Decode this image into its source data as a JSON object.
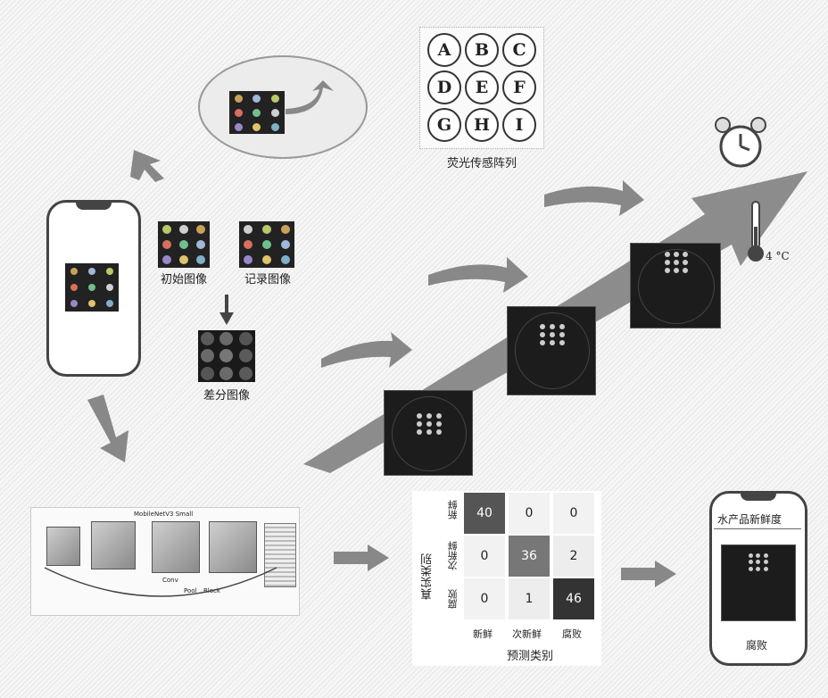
{
  "sensor_array": {
    "letters": [
      "A",
      "B",
      "C",
      "D",
      "E",
      "F",
      "G",
      "H",
      "I"
    ],
    "caption": "荧光传感阵列"
  },
  "images": {
    "initial_caption": "初始图像",
    "recorded_caption": "记录图像",
    "difference_caption": "差分图像"
  },
  "thermometer_label": "4 °C",
  "cnn": {
    "title": "MobileNetV3 Small",
    "small_labels": [
      "Conv",
      "Pool",
      "Block"
    ]
  },
  "confusion_matrix": {
    "y_title": "真实类别",
    "x_title": "预测类别",
    "row_labels": [
      "新鲜",
      "次新鲜",
      "腐败"
    ],
    "col_labels": [
      "新鲜",
      "次新鲜",
      "腐败"
    ],
    "values": [
      [
        "40",
        "0",
        "0"
      ],
      [
        "0",
        "36",
        "2"
      ],
      [
        "0",
        "1",
        "46"
      ]
    ]
  },
  "result_phone": {
    "title": "水产品新鲜度",
    "result": "腐败"
  }
}
